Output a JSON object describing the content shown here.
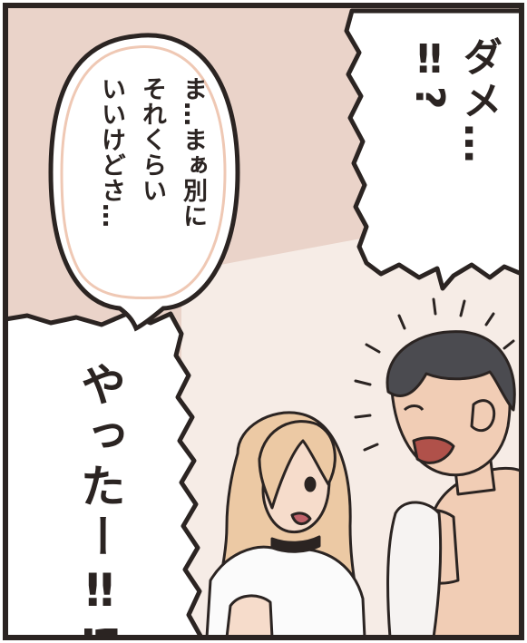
{
  "bubble": {
    "text": "ま…まぁ別に\nそれくらい\nいいけどさ…"
  },
  "shout_top": {
    "text": "ダメ…\n‼?"
  },
  "shout_bottom": {
    "text": "やったー‼!"
  },
  "colors": {
    "background_tint": "#e9d0c6",
    "skin": "#f1cdb5",
    "hair_blonde": "#ecc9a4",
    "hair_dark": "#4b4b50",
    "ink": "#2b2422",
    "bubble_inner_border": "#efc8b4"
  }
}
